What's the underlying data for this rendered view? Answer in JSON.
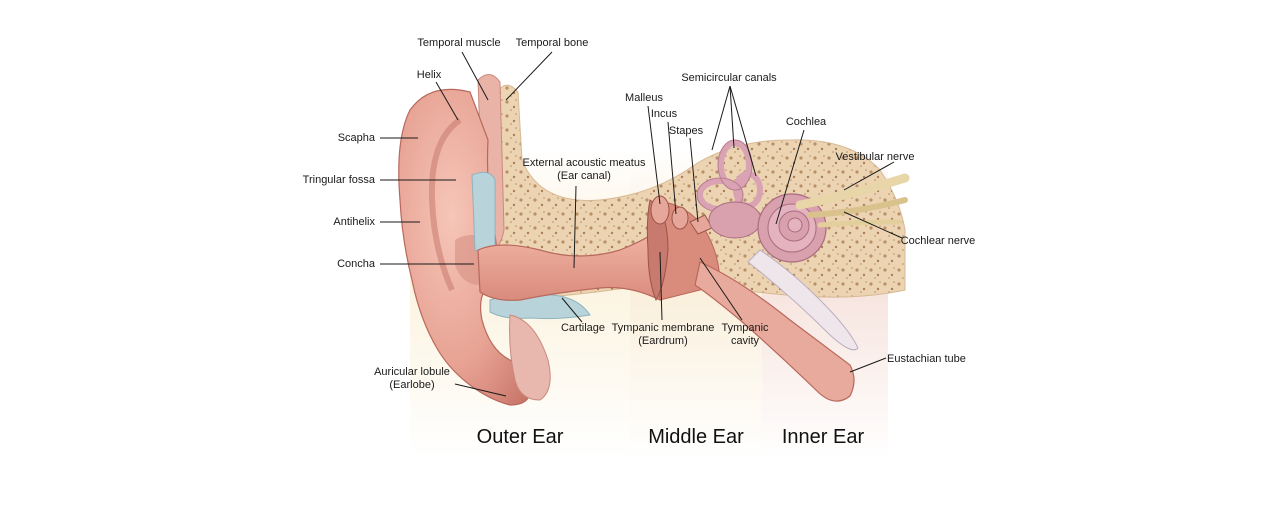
{
  "labels": {
    "temporal_muscle": "Temporal muscle",
    "temporal_bone": "Temporal bone",
    "helix": "Helix",
    "scapha": "Scapha",
    "tringular_fossa": "Tringular fossa",
    "antihelix": "Antihelix",
    "concha": "Concha",
    "auricular_lobule_1": "Auricular lobule",
    "auricular_lobule_2": "(Earlobe)",
    "external_meatus_1": "External acoustic meatus",
    "external_meatus_2": "(Ear canal)",
    "cartilage": "Cartilage",
    "malleus": "Malleus",
    "incus": "Incus",
    "stapes": "Stapes",
    "semicircular_canals": "Semicircular canals",
    "cochlea": "Cochlea",
    "vestibular_nerve": "Vestibular nerve",
    "cochlear_nerve": "Cochlear nerve",
    "tympanic_membrane_1": "Tympanic membrane",
    "tympanic_membrane_2": "(Eardrum)",
    "tympanic_cavity_1": "Tympanic",
    "tympanic_cavity_2": "cavity",
    "eustachian_tube": "Eustachian tube"
  },
  "regions": {
    "outer": "Outer Ear",
    "middle": "Middle Ear",
    "inner": "Inner Ear"
  },
  "colors": {
    "outer_band": "#fbf1d9",
    "middle_band": "#f9ecd2",
    "inner_band": "#f6e3dc",
    "skin": "#e9a99a",
    "skin_dark": "#c9766a",
    "bone": "#e8cfae",
    "bone_dot": "#b98f68",
    "cartilage": "#b8d4dc"
  }
}
